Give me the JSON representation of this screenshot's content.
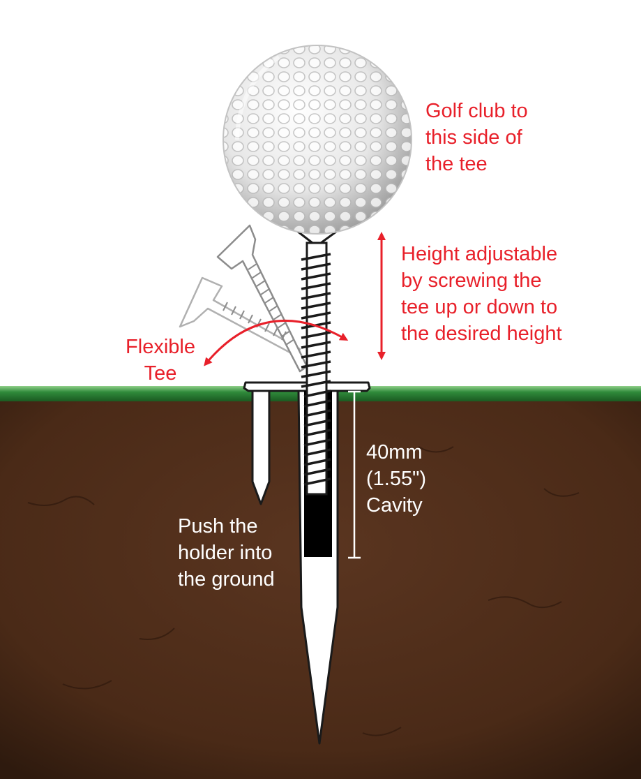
{
  "labels": {
    "golf_club_side": "Golf club to\nthis side of\nthe tee",
    "height_adjustable": "Height adjustable\nby screwing the\ntee up or down to\nthe desired height",
    "flexible_tee": "Flexible\nTee",
    "cavity": "40mm\n(1.55\")\nCavity",
    "push_holder": "Push the\nholder into\nthe ground"
  },
  "colors": {
    "annotation_red": "#e8202a",
    "annotation_white": "#ffffff",
    "soil": "#4a2a17",
    "grass": "#2f8a3a",
    "outline": "#1a1a1a",
    "ghost_tee": "#9a9a9a"
  },
  "icons": {
    "ball": "golf-ball-icon",
    "tee": "screw-tee-icon",
    "holder": "tee-holder-icon"
  }
}
